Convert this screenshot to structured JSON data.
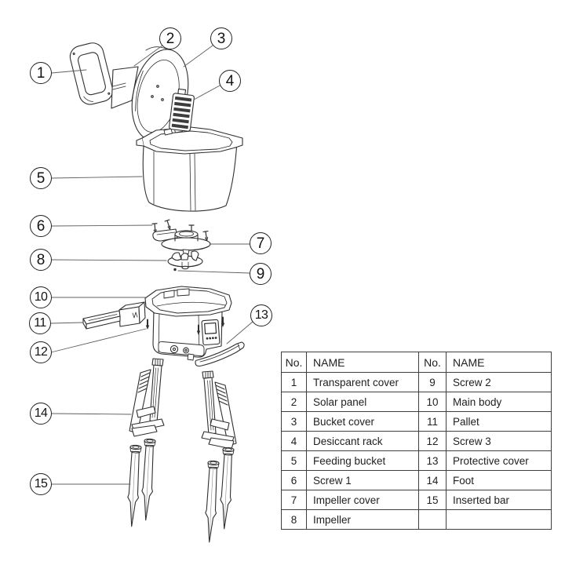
{
  "diagram": {
    "callouts": [
      {
        "label": "1"
      },
      {
        "label": "2"
      },
      {
        "label": "3"
      },
      {
        "label": "4"
      },
      {
        "label": "5"
      },
      {
        "label": "6"
      },
      {
        "label": "7"
      },
      {
        "label": "8"
      },
      {
        "label": "9"
      },
      {
        "label": "10"
      },
      {
        "label": "11"
      },
      {
        "label": "12"
      },
      {
        "label": "13"
      },
      {
        "label": "14"
      },
      {
        "label": "15"
      }
    ]
  },
  "table": {
    "headers": [
      "No.",
      "NAME",
      "No.",
      "NAME"
    ],
    "rows": [
      {
        "no_left": "1",
        "name_left": "Transparent cover",
        "no_right": "9",
        "name_right": "Screw 2"
      },
      {
        "no_left": "2",
        "name_left": "Solar panel",
        "no_right": "10",
        "name_right": "Main body"
      },
      {
        "no_left": "3",
        "name_left": "Bucket cover",
        "no_right": "11",
        "name_right": "Pallet"
      },
      {
        "no_left": "4",
        "name_left": "Desiccant rack",
        "no_right": "12",
        "name_right": "Screw 3"
      },
      {
        "no_left": "5",
        "name_left": "Feeding bucket",
        "no_right": "13",
        "name_right": "Protective cover"
      },
      {
        "no_left": "6",
        "name_left": "Screw 1",
        "no_right": "14",
        "name_right": "Foot"
      },
      {
        "no_left": "7",
        "name_left": "Impeller cover",
        "no_right": "15",
        "name_right": "Inserted bar"
      },
      {
        "no_left": "8",
        "name_left": "Impeller",
        "no_right": "",
        "name_right": ""
      }
    ]
  },
  "colors": {
    "line": "#2f2f2f",
    "leader": "#606060",
    "table_border": "#3f3f3f",
    "text": "#1f1f1f"
  }
}
